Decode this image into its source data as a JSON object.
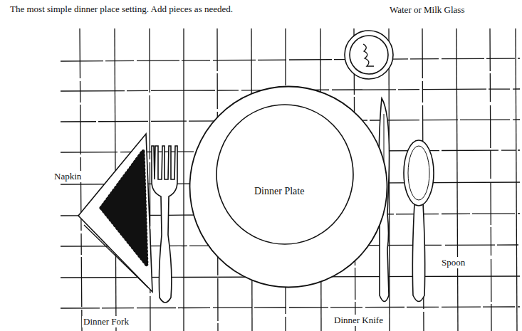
{
  "diagram": {
    "title": "The most simple dinner place setting. Add pieces as needed.",
    "nodes": [
      {
        "text": [
          "Dinner Plate"
        ]
      }
    ],
    "labels": [
      "Water or Milk Glass",
      "Napkin",
      "Spoon",
      "Dinner Fork",
      "Dinner Knife"
    ]
  }
}
